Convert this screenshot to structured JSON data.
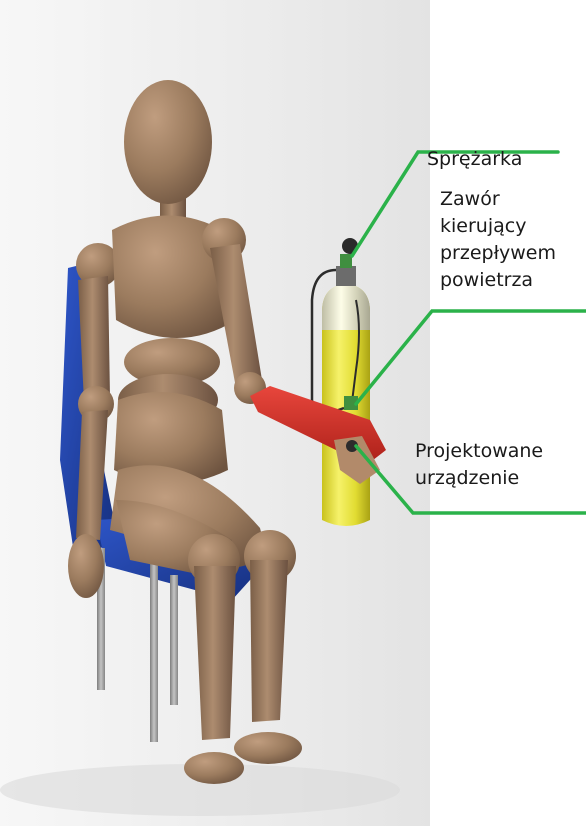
{
  "annotations": [
    {
      "id": "compressor",
      "lines": [
        "Sprężarka"
      ]
    },
    {
      "id": "valve",
      "lines": [
        "Zawór",
        "kierujący",
        "przepływem",
        "powietrza"
      ]
    },
    {
      "id": "device",
      "lines": [
        "Projektowane",
        "urządzenie"
      ]
    }
  ],
  "colors": {
    "leader_line": "#2bb24a",
    "mannequin_wood": "#9b7b5e",
    "chair_seat": "#1f3f9e",
    "chair_legs": "#9a9a9a",
    "cylinder": "#e4e235",
    "device_red": "#d42b22",
    "background": "#f2f2f2"
  }
}
